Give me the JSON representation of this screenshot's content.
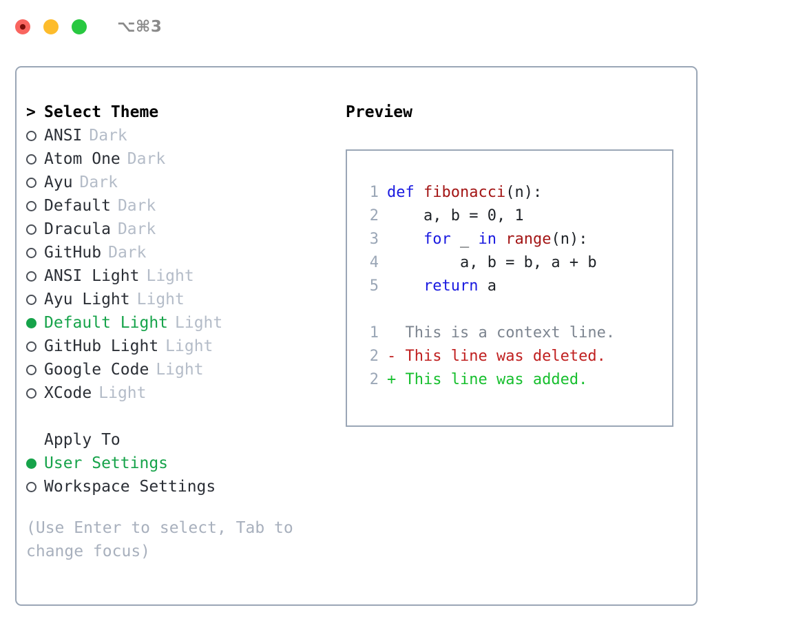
{
  "titlebar": {
    "shortcut": "⌥⌘3",
    "buttons": [
      {
        "name": "close",
        "color": "#f9655f"
      },
      {
        "name": "minimize",
        "color": "#fdbc2c"
      },
      {
        "name": "maximize",
        "color": "#28c840"
      }
    ]
  },
  "theme_picker": {
    "header": {
      "caret": ">",
      "label": "Select Theme"
    },
    "items": [
      {
        "marker": "○",
        "label": "ANSI",
        "variant": "Dark",
        "selected": false
      },
      {
        "marker": "○",
        "label": "Atom One",
        "variant": "Dark",
        "selected": false
      },
      {
        "marker": "○",
        "label": "Ayu",
        "variant": "Dark",
        "selected": false
      },
      {
        "marker": "○",
        "label": "Default",
        "variant": "Dark",
        "selected": false
      },
      {
        "marker": "○",
        "label": "Dracula",
        "variant": "Dark",
        "selected": false
      },
      {
        "marker": "○",
        "label": "GitHub",
        "variant": "Dark",
        "selected": false
      },
      {
        "marker": "○",
        "label": "ANSI Light",
        "variant": "Light",
        "selected": false
      },
      {
        "marker": "○",
        "label": "Ayu Light",
        "variant": "Light",
        "selected": false
      },
      {
        "marker": "●",
        "label": "Default Light",
        "variant": "Light",
        "selected": true
      },
      {
        "marker": "○",
        "label": "GitHub Light",
        "variant": "Light",
        "selected": false
      },
      {
        "marker": "○",
        "label": "Google Code",
        "variant": "Light",
        "selected": false
      },
      {
        "marker": "○",
        "label": "XCode",
        "variant": "Light",
        "selected": false
      }
    ]
  },
  "apply_to": {
    "header": "Apply To",
    "items": [
      {
        "marker": "●",
        "label": "User Settings",
        "selected": true
      },
      {
        "marker": "○",
        "label": "Workspace Settings",
        "selected": false
      }
    ]
  },
  "hint": "(Use Enter to select, Tab to change focus)",
  "preview": {
    "title": "Preview",
    "code_lines": [
      {
        "num": "1",
        "tokens": [
          {
            "text": "def ",
            "kind": "kw"
          },
          {
            "text": "fibonacci",
            "kind": "fn"
          },
          {
            "text": "(n):",
            "kind": "plain"
          }
        ]
      },
      {
        "num": "2",
        "tokens": [
          {
            "text": "    a, b = 0, 1",
            "kind": "plain"
          }
        ]
      },
      {
        "num": "3",
        "tokens": [
          {
            "text": "    ",
            "kind": "plain"
          },
          {
            "text": "for",
            "kind": "kw"
          },
          {
            "text": " _ ",
            "kind": "plain"
          },
          {
            "text": "in",
            "kind": "kw"
          },
          {
            "text": " ",
            "kind": "plain"
          },
          {
            "text": "range",
            "kind": "fn"
          },
          {
            "text": "(n):",
            "kind": "plain"
          }
        ]
      },
      {
        "num": "4",
        "tokens": [
          {
            "text": "        a, b = b, a + b",
            "kind": "plain"
          }
        ]
      },
      {
        "num": "5",
        "tokens": [
          {
            "text": "    ",
            "kind": "plain"
          },
          {
            "text": "return",
            "kind": "kw"
          },
          {
            "text": " a",
            "kind": "plain"
          }
        ]
      }
    ],
    "diff_lines": [
      {
        "num": "1",
        "sign": " ",
        "text": " This is a context line.",
        "kind": "ctx"
      },
      {
        "num": "2",
        "sign": "-",
        "text": " This line was deleted.",
        "kind": "del"
      },
      {
        "num": "2",
        "sign": "+",
        "text": " This line was added.",
        "kind": "add"
      }
    ]
  },
  "colors": {
    "selected_green": "#16a34a",
    "added_green": "#17bf2e",
    "deleted_red": "#c02020",
    "keyword_blue": "#1a1ae0",
    "function_red": "#a31515",
    "muted_gray": "#b4bcc8",
    "border_gray": "#9aa6b6"
  }
}
